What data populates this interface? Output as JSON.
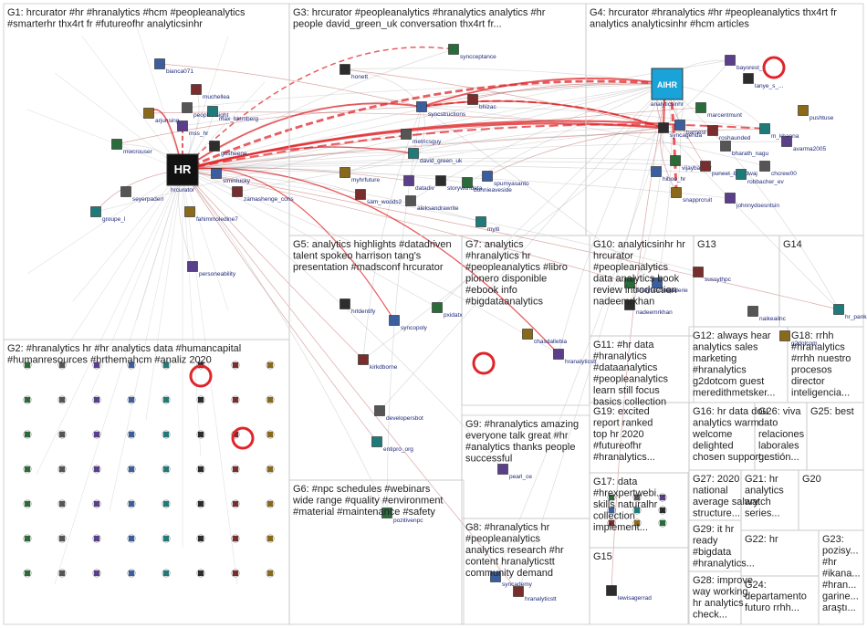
{
  "groups": [
    {
      "id": "G1",
      "lines": [
        "G1: hrcurator #hr #hranalytics #hcm #peopleanalytics",
        "#smarterhr thx4rt fr #futureofhr analyticsinhr"
      ]
    },
    {
      "id": "G2",
      "lines": [
        "G2: #hranalytics hr #hr analytics data #humancapital",
        "#humanresources #hrthemahcm #analiz 2020"
      ]
    },
    {
      "id": "G3",
      "lines": [
        "G3: hrcurator #peopleanalytics #hranalytics analytics #hr",
        "people david_green_uk conversation thx4rt fr..."
      ]
    },
    {
      "id": "G4",
      "lines": [
        "G4: hrcurator #hranalytics #hr #peopleanalytics thx4rt fr",
        "analytics analyticsinhr #hcm articles"
      ]
    },
    {
      "id": "G5",
      "lines": [
        "G5: analytics highlights #datadriven",
        "talent spokeo harrison tang's",
        "presentation #madsconf hrcurator"
      ]
    },
    {
      "id": "G6",
      "lines": [
        "G6: #npc schedules #webinars",
        "wide range #quality #environment",
        "#material #maintenance #safety"
      ]
    },
    {
      "id": "G7",
      "lines": [
        "G7: analytics",
        "#hranalytics hr",
        "#peopleanalytics #libro",
        "pionero disponible",
        "#ebook info",
        "#bigdataanalytics"
      ]
    },
    {
      "id": "G8",
      "lines": [
        "G8: #hranalytics hr",
        "#peopleanalytics",
        "analytics research #hr",
        "content hranalyticstt",
        "community demand"
      ]
    },
    {
      "id": "G9",
      "lines": [
        "G9: #hranalytics amazing",
        "everyone talk great #hr",
        "#analytics thanks people",
        "successful"
      ]
    },
    {
      "id": "G10",
      "lines": [
        "G10: analyticsinhr hr",
        "hrcurator",
        "#peopleanalytics",
        "data analytics book",
        "review introduction",
        "nadeemrkhan"
      ]
    },
    {
      "id": "G11",
      "lines": [
        "G11: #hr data",
        "#hranalytics",
        "#dataanalytics",
        "#peopleanalytics",
        "learn still focus",
        "basics collection"
      ]
    },
    {
      "id": "G12",
      "lines": [
        "G12: always hear",
        "analytics sales",
        "marketing",
        "#hranalytics",
        "g2dotcom guest",
        "meredithmetsker..."
      ]
    },
    {
      "id": "G13",
      "lines": [
        "G13"
      ]
    },
    {
      "id": "G14",
      "lines": [
        "G14"
      ]
    },
    {
      "id": "G15",
      "lines": [
        "G15"
      ]
    },
    {
      "id": "G16",
      "lines": [
        "G16: hr data dou",
        "analytics warm",
        "welcome",
        "delighted",
        "chosen support..."
      ]
    },
    {
      "id": "G17",
      "lines": [
        "G17: data",
        "#hrexpertwebi...",
        "skills naturalhr",
        "collection",
        "implement..."
      ]
    },
    {
      "id": "G18",
      "lines": [
        "G18: rrhh",
        "#hranalytics",
        "#rrhh nuestro",
        "procesos",
        "director",
        "inteligencia..."
      ]
    },
    {
      "id": "G19",
      "lines": [
        "G19: excited",
        "report ranked",
        "top hr 2020",
        "#futureofhr",
        "#hranalytics..."
      ]
    },
    {
      "id": "G20",
      "lines": [
        "G20"
      ]
    },
    {
      "id": "G21",
      "lines": [
        "G21: hr",
        "analytics",
        "watch",
        "series..."
      ]
    },
    {
      "id": "G22",
      "lines": [
        "G22: hr"
      ]
    },
    {
      "id": "G23",
      "lines": [
        "G23:",
        "pozisy...",
        "#hr",
        "#ikana...",
        "#hran...",
        "garine...",
        "araştı..."
      ]
    },
    {
      "id": "G24",
      "lines": [
        "G24:",
        "departamento",
        "futuro rrhh..."
      ]
    },
    {
      "id": "G25",
      "lines": [
        "G25: best"
      ]
    },
    {
      "id": "G26",
      "lines": [
        "G26: viva",
        "dato",
        "relaciones",
        "laborales",
        "gestión..."
      ]
    },
    {
      "id": "G27",
      "lines": [
        "G27: 2020",
        "national",
        "average salary",
        "structure..."
      ]
    },
    {
      "id": "G28",
      "lines": [
        "G28: improve",
        "way working",
        "hr analytics",
        "check..."
      ]
    },
    {
      "id": "G29",
      "lines": [
        "G29: it hr",
        "ready",
        "#bigdata",
        "#hranalytics..."
      ]
    }
  ],
  "nodes": [
    {
      "label": "hrcurator",
      "icon": "hr-logo-icon",
      "big": true
    },
    {
      "label": "bianca071"
    },
    {
      "label": "muchellea"
    },
    {
      "label": "peopleinsight"
    },
    {
      "label": "max_blumberg"
    },
    {
      "label": "arjunsing"
    },
    {
      "label": "mss_hr"
    },
    {
      "label": "gosheene"
    },
    {
      "label": "mwcrouser"
    },
    {
      "label": "siminlucky"
    },
    {
      "label": "zamashenge_cons"
    },
    {
      "label": "seyerpaderl"
    },
    {
      "label": "groupe_l"
    },
    {
      "label": "fahimmoledine7"
    },
    {
      "label": "personeability"
    },
    {
      "label": "honett"
    },
    {
      "label": "syncceptance"
    },
    {
      "label": "syncstructions"
    },
    {
      "label": "bhizac"
    },
    {
      "label": "metricsguy"
    },
    {
      "label": "david_green_uk"
    },
    {
      "label": "myhrfuture"
    },
    {
      "label": "datadiv"
    },
    {
      "label": "storywithdata"
    },
    {
      "label": "bonnieaveside"
    },
    {
      "label": "spumyasanto"
    },
    {
      "label": "sam_woods2"
    },
    {
      "label": "aleksandrawrite"
    },
    {
      "label": "myiti"
    },
    {
      "label": "analyticsinhr",
      "icon": "aihr-logo-icon",
      "big": true
    },
    {
      "label": "bayorest_c"
    },
    {
      "label": "lanye_s_..."
    },
    {
      "label": "marcentmunt"
    },
    {
      "label": "barnesl"
    },
    {
      "label": "roshaunded"
    },
    {
      "label": "bharath_nagu"
    },
    {
      "label": "m_khanna"
    },
    {
      "label": "pushtuse"
    },
    {
      "label": "avarma2005"
    },
    {
      "label": "syncagenda"
    },
    {
      "label": "vijaybanker"
    },
    {
      "label": "hiboo_hr"
    },
    {
      "label": "puneet_bhardwaj"
    },
    {
      "label": "chcrew00"
    },
    {
      "label": "robbacher_ev"
    },
    {
      "label": "snapprcruit"
    },
    {
      "label": "johnnydoesntsin"
    },
    {
      "label": "hrldentify"
    },
    {
      "label": "pxidatx"
    },
    {
      "label": "syncopoly"
    },
    {
      "label": "kirkdborne"
    },
    {
      "label": "developersbot"
    },
    {
      "label": "entipro_org"
    },
    {
      "label": "chasdallebia"
    },
    {
      "label": "hranalyticstt"
    },
    {
      "label": "nadeemrkhan"
    },
    {
      "label": "analyticsbooks"
    },
    {
      "label": "nejoderie"
    },
    {
      "label": "sussythpc"
    },
    {
      "label": "naikeailnc"
    },
    {
      "label": "hr_pankaj"
    },
    {
      "label": "g2dotcom"
    },
    {
      "label": "pearl_ce"
    },
    {
      "label": "lewisagerrad"
    },
    {
      "label": "pozitivenpc"
    },
    {
      "label": "syncademy"
    },
    {
      "label": "hranalyticstt"
    }
  ],
  "colors": {
    "edge_red": "#e0252a",
    "edge_dark": "#b03a3a",
    "edge_gray": "#9a9a9a",
    "group_border": "#c8c8c8",
    "label": "#1f2a7a"
  }
}
